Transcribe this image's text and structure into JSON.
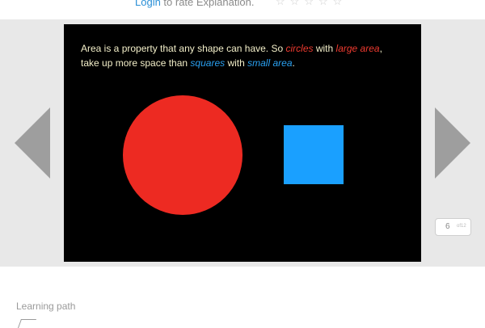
{
  "rating": {
    "login_label": "Login",
    "suffix_text": " to rate Explanation.",
    "stars": [
      "☆",
      "☆",
      "☆",
      "☆",
      "☆"
    ]
  },
  "slide": {
    "text_parts": [
      "Area is a property that any shape can have. So ",
      "circles",
      " with ",
      "large area",
      ",\ntake up more space than ",
      "squares",
      " with ",
      "small area",
      "."
    ],
    "circle_color": "#ed2a22",
    "square_color": "#1aa0ff"
  },
  "navigation": {
    "prev_icon": "arrow-left-icon",
    "next_icon": "arrow-right-icon"
  },
  "page_indicator": {
    "current": "6",
    "sub": "of12"
  },
  "learning_path": {
    "label": "Learning path",
    "icon": "map-icon"
  }
}
